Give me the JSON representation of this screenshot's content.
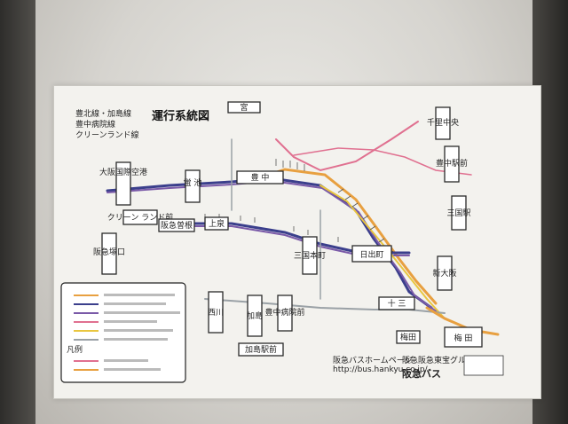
{
  "poster": {
    "title": "運行系統図",
    "route_names": [
      "豊北線・加島線",
      "豊中病院線",
      "クリーンランド線"
    ],
    "company": "阪急バス",
    "group_label": "阪急阪急東宝グループ",
    "homepage_label": "阪急バスホームページ",
    "url": "http://bus.hankyu.co.jp/"
  },
  "stations": {
    "top_left_pair": "宮",
    "toyonaka": "豊 中",
    "osaka_airport": "大阪国際空港",
    "hotarugaike": "蛍 池",
    "clean_land": "クリーン ランド前",
    "hankyu_tsukaguchi": "阪急塚口",
    "hankyu_sone": "阪急曽根",
    "kamizumi": "上泉",
    "nishikawa": "西川",
    "kashima": "加島",
    "kashima_station": "加島駅前",
    "hinodecho": "日出町",
    "juso": "十 三",
    "umeda": "梅 田",
    "umeda_left": "梅田",
    "senri": "千里中央",
    "right_top_2": "豊中駅前",
    "right_mid": "三国駅",
    "right_lower": "新大阪",
    "left_vertical": "豊中病院前",
    "center_vertical": "三国本町"
  },
  "legend": {
    "heading": "凡例"
  },
  "colors": {
    "orange_line": "#e8a040",
    "navy_line": "#3b3f8c",
    "purple_line": "#7a5aa8",
    "pink_line": "#e07090",
    "yellow_line": "#e9c640",
    "gray_line": "#9aa1a6"
  }
}
